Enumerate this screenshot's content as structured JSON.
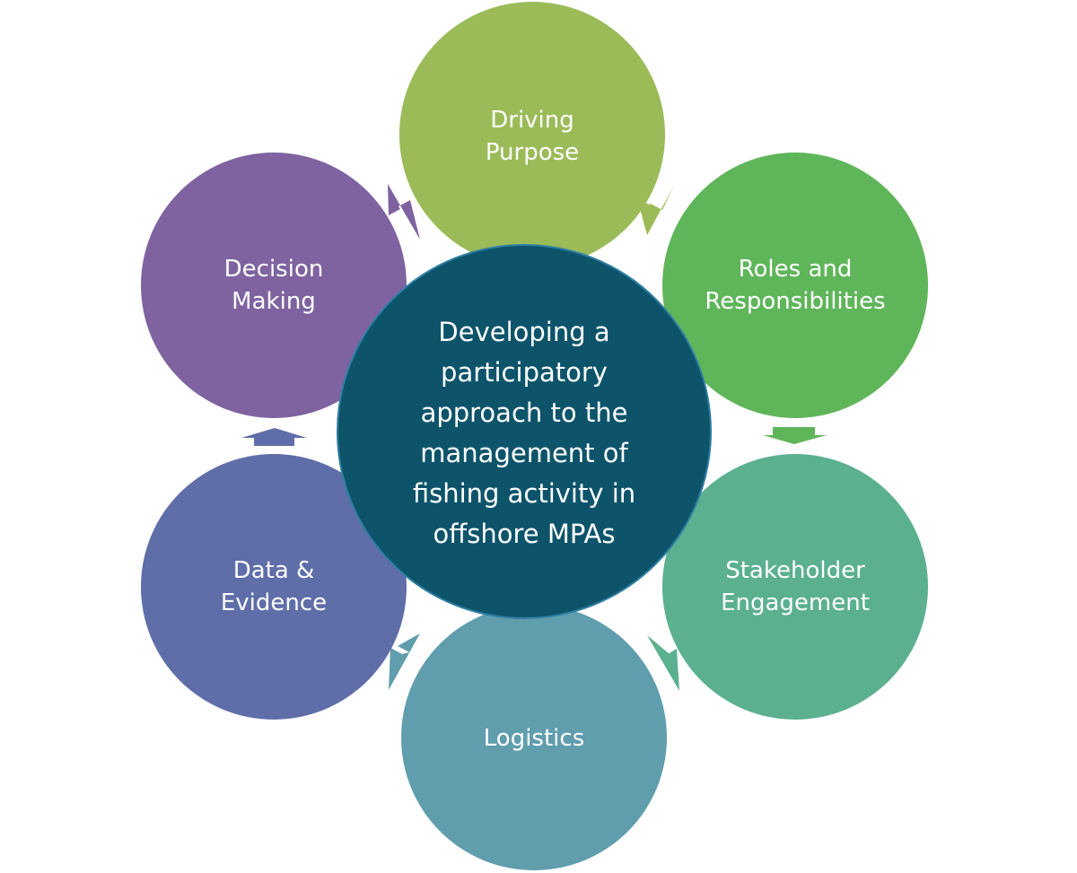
{
  "center": {
    "lines": [
      "Developing a",
      "participatory",
      "approach to the",
      "management of",
      "fishing activity in",
      "offshore MPAs"
    ],
    "fill": "#0d546b"
  },
  "nodes": [
    {
      "id": "driving-purpose",
      "lines": [
        "Driving",
        "Purpose"
      ],
      "fill": "#9bbb59"
    },
    {
      "id": "roles-and-responsibilities",
      "lines": [
        "Roles and",
        "Responsibilities"
      ],
      "fill": "#5fb55a"
    },
    {
      "id": "stakeholder-engagement",
      "lines": [
        "Stakeholder",
        "Engagement"
      ],
      "fill": "#5bb08f"
    },
    {
      "id": "logistics",
      "lines": [
        "Logistics"
      ],
      "fill": "#609dad"
    },
    {
      "id": "data-and-evidence",
      "lines": [
        "Data &",
        "Evidence"
      ],
      "fill": "#5f6ea8"
    },
    {
      "id": "decision-making",
      "lines": [
        "Decision",
        "Making"
      ],
      "fill": "#7f63a0"
    }
  ],
  "arrows": [
    {
      "from": "driving-purpose",
      "to": "roles-and-responsibilities",
      "fill": "#9bbb59"
    },
    {
      "from": "roles-and-responsibilities",
      "to": "stakeholder-engagement",
      "fill": "#5fb55a"
    },
    {
      "from": "stakeholder-engagement",
      "to": "logistics",
      "fill": "#5bb08f"
    },
    {
      "from": "logistics",
      "to": "data-and-evidence",
      "fill": "#609dad"
    },
    {
      "from": "data-and-evidence",
      "to": "decision-making",
      "fill": "#5f6ea8"
    },
    {
      "from": "decision-making",
      "to": "driving-purpose",
      "fill": "#7f63a0"
    }
  ]
}
